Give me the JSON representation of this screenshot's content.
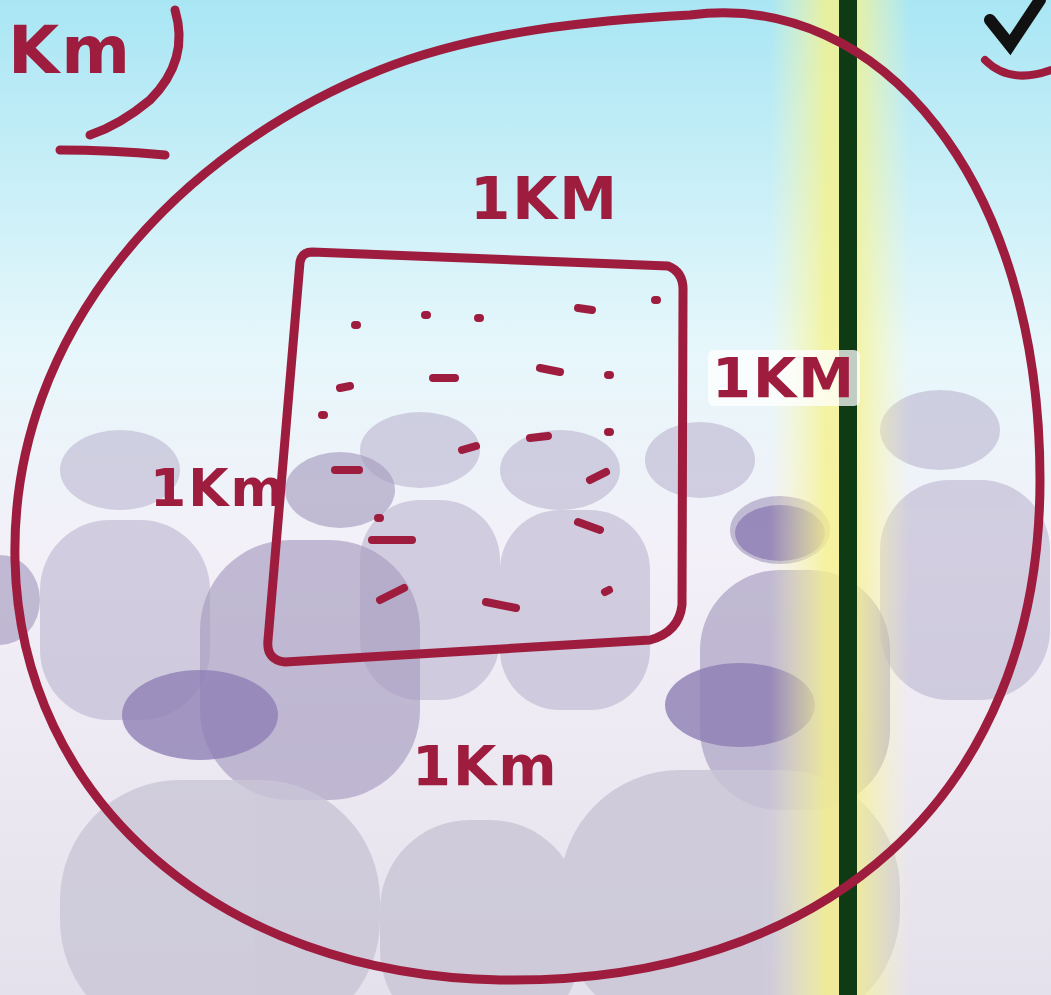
{
  "diagram": {
    "labels": [
      "Km",
      "1KM",
      "1Km",
      "1KM",
      "1Km"
    ]
  }
}
